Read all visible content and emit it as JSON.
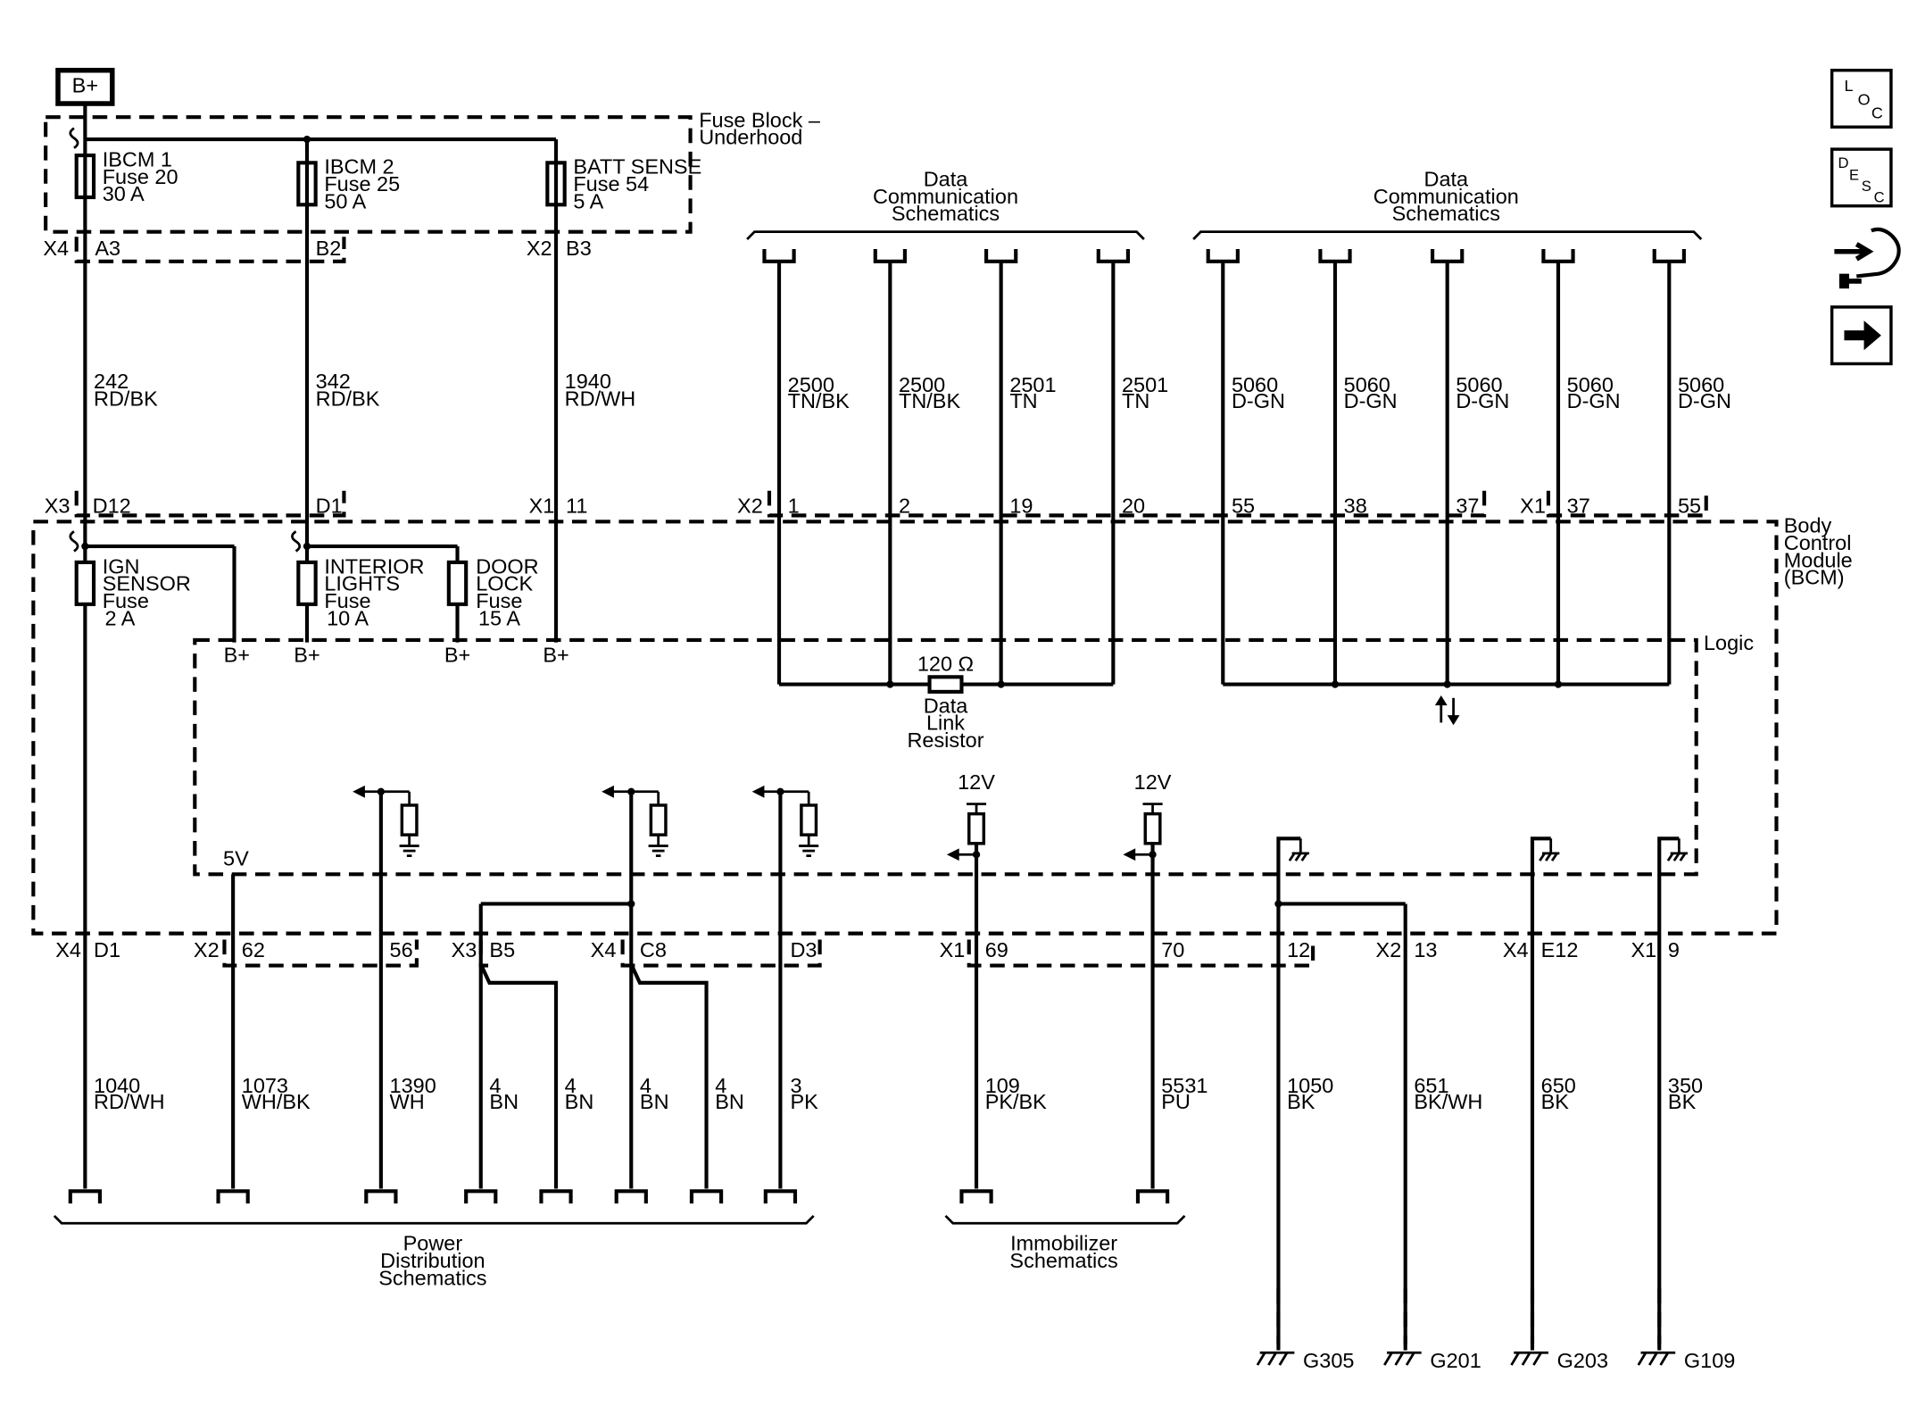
{
  "bplus_box": "B+",
  "fuse_block": {
    "title1": "Fuse Block –",
    "title2": "Underhood"
  },
  "fuses_top": [
    {
      "l1": "IBCM 1",
      "l2": "Fuse 20",
      "l3": "30 A"
    },
    {
      "l1": "IBCM 2",
      "l2": "Fuse 25",
      "l3": "50 A"
    },
    {
      "l1": "BATT SENSE",
      "l2": "Fuse 54",
      "l3": "5 A"
    }
  ],
  "fuse_block_connectors": [
    {
      "conn": "X4",
      "pin": "A3"
    },
    {
      "conn": "",
      "pin": "B2"
    },
    {
      "conn": "X2",
      "pin": "B3"
    }
  ],
  "wires_top": [
    {
      "num": "242",
      "color": "RD/BK"
    },
    {
      "num": "342",
      "color": "RD/BK"
    },
    {
      "num": "1940",
      "color": "RD/WH"
    }
  ],
  "data_comm": {
    "l1": "Data",
    "l2": "Communication",
    "l3": "Schematics"
  },
  "data_wires": [
    {
      "num": "2500",
      "color": "TN/BK"
    },
    {
      "num": "2500",
      "color": "TN/BK"
    },
    {
      "num": "2501",
      "color": "TN"
    },
    {
      "num": "2501",
      "color": "TN"
    },
    {
      "num": "5060",
      "color": "D-GN"
    },
    {
      "num": "5060",
      "color": "D-GN"
    },
    {
      "num": "5060",
      "color": "D-GN"
    },
    {
      "num": "5060",
      "color": "D-GN"
    },
    {
      "num": "5060",
      "color": "D-GN"
    }
  ],
  "bcm_top_connectors": {
    "x3": "X3",
    "d12": "D12",
    "d1": "D1",
    "x1": "X1",
    "p11": "11",
    "x2": "X2",
    "pins_x2": [
      "1",
      "2",
      "19",
      "20",
      "55",
      "38",
      "37"
    ],
    "x1b": "X1",
    "pins_x1": [
      "37",
      "55"
    ]
  },
  "bcm": {
    "l1": "Body",
    "l2": "Control",
    "l3": "Module",
    "l4": "(BCM)",
    "logic": "Logic"
  },
  "fuses_bcm": [
    {
      "l1": "IGN",
      "l2": "SENSOR",
      "l3": "Fuse",
      "l4": "2 A"
    },
    {
      "l1": "INTERIOR",
      "l2": "LIGHTS",
      "l3": "Fuse",
      "l4": "10 A"
    },
    {
      "l1": "DOOR",
      "l2": "LOCK",
      "l3": "Fuse",
      "l4": "15 A"
    }
  ],
  "bplus_label": "B+",
  "resistor": {
    "value": "120 Ω",
    "l1": "Data",
    "l2": "Link",
    "l3": "Resistor"
  },
  "volt_5": "5V",
  "volt_12": "12V",
  "bottom_connectors": {
    "x4": "X4",
    "d1": "D1",
    "x2": "X2",
    "p62": "62",
    "p56": "56",
    "x3": "X3",
    "b5": "B5",
    "x4b": "X4",
    "c8": "C8",
    "d3": "D3",
    "x1": "X1",
    "p69": "69",
    "p70": "70",
    "p12": "12",
    "x2b": "X2",
    "p13": "13",
    "x4c": "X4",
    "e12": "E12",
    "x1b": "X1",
    "p9": "9"
  },
  "wires_bottom": [
    {
      "num": "1040",
      "color": "RD/WH"
    },
    {
      "num": "1073",
      "color": "WH/BK"
    },
    {
      "num": "1390",
      "color": "WH"
    },
    {
      "num": "4",
      "color": "BN"
    },
    {
      "num": "4",
      "color": "BN"
    },
    {
      "num": "4",
      "color": "BN"
    },
    {
      "num": "4",
      "color": "BN"
    },
    {
      "num": "3",
      "color": "PK"
    },
    {
      "num": "109",
      "color": "PK/BK"
    },
    {
      "num": "5531",
      "color": "PU"
    },
    {
      "num": "1050",
      "color": "BK"
    },
    {
      "num": "651",
      "color": "BK/WH"
    },
    {
      "num": "650",
      "color": "BK"
    },
    {
      "num": "350",
      "color": "BK"
    }
  ],
  "power_dist": {
    "l1": "Power",
    "l2": "Distribution",
    "l3": "Schematics"
  },
  "immobilizer": {
    "l1": "Immobilizer",
    "l2": "Schematics"
  },
  "grounds": [
    "G305",
    "G201",
    "G203",
    "G109"
  ],
  "side_buttons": [
    {
      "icon": "location-icon",
      "letters": [
        "L",
        "O",
        "C"
      ]
    },
    {
      "icon": "description-icon",
      "letters": [
        "D",
        "E",
        "S",
        "C"
      ]
    },
    {
      "icon": "connector-hand-icon"
    },
    {
      "icon": "arrow-right-icon"
    }
  ]
}
